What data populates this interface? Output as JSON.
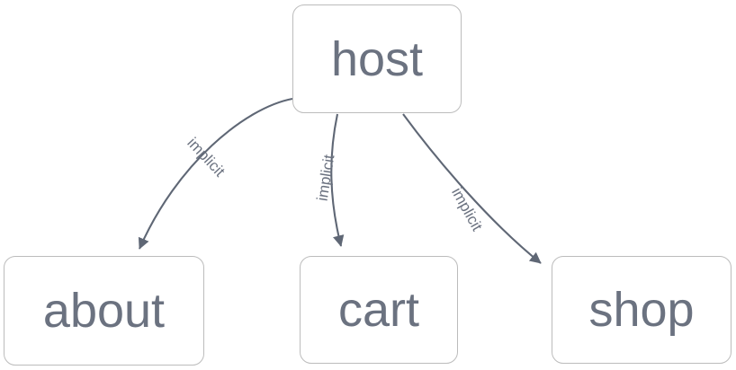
{
  "diagram": {
    "type": "directed-graph",
    "title": "",
    "background_color": "#ffffff",
    "node_fill": "#ffffff",
    "node_border_color": "#bcbcbc",
    "node_text_color": "#6b7280",
    "edge_color": "#5f6775",
    "edge_label_color": "#6b7280",
    "nodes": [
      {
        "id": "host",
        "label": "host"
      },
      {
        "id": "about",
        "label": "about"
      },
      {
        "id": "cart",
        "label": "cart"
      },
      {
        "id": "shop",
        "label": "shop"
      }
    ],
    "edges": [
      {
        "from": "host",
        "to": "about",
        "label": "implicit"
      },
      {
        "from": "host",
        "to": "cart",
        "label": "implicit"
      },
      {
        "from": "host",
        "to": "shop",
        "label": "implicit"
      }
    ]
  }
}
